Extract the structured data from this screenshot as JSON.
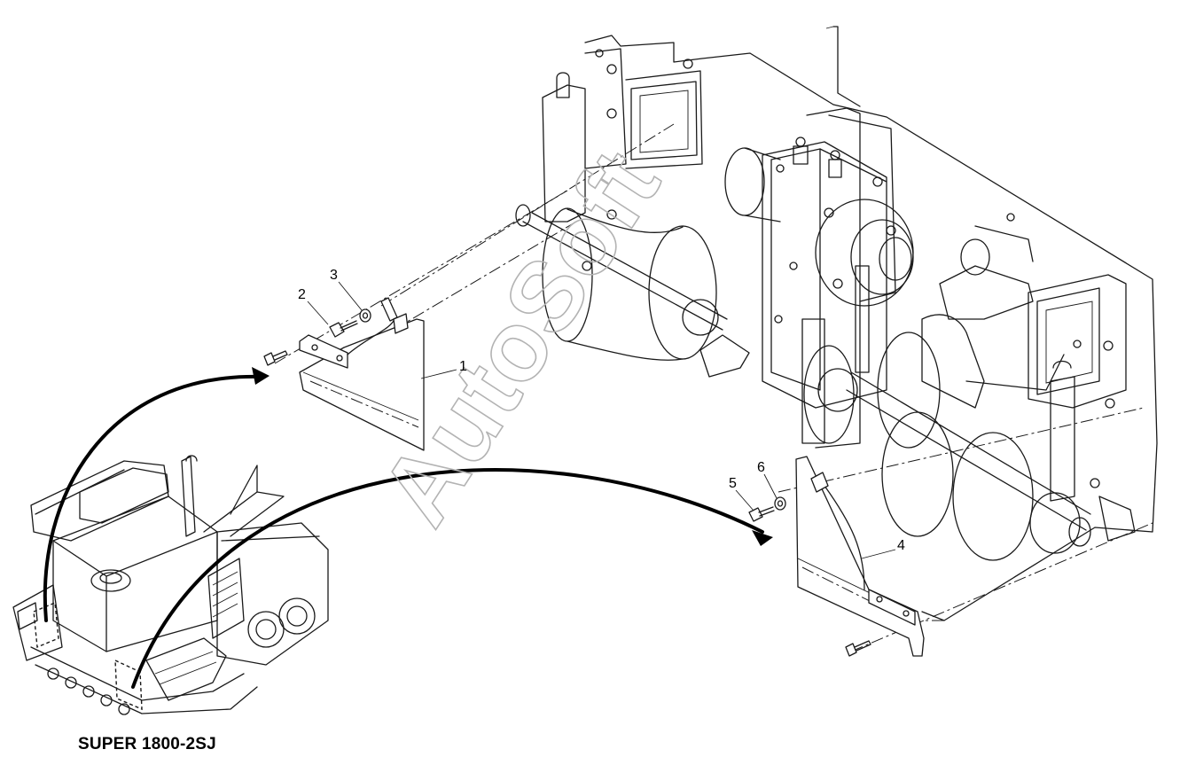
{
  "model_caption": "SUPER 1800-2SJ",
  "watermark": "AutoSoft",
  "callouts": {
    "c1": "1",
    "c2": "2",
    "c3": "3",
    "c4": "4",
    "c5": "5",
    "c6": "6"
  },
  "colors": {
    "line": "#1a1a1a",
    "watermark": "#b3b3b3",
    "background": "#ffffff"
  }
}
